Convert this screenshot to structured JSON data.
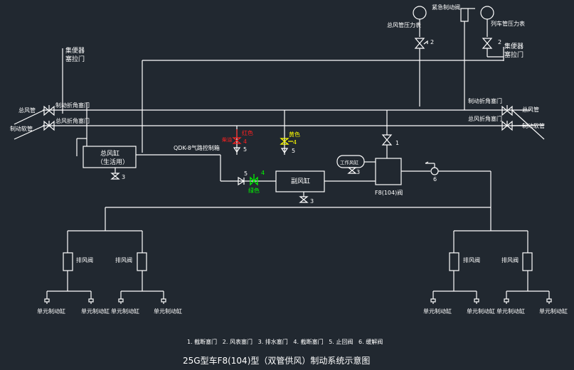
{
  "labels": {
    "emergency_valve": "紧急制动阀",
    "main_pipe_gauge": "总风管压力表",
    "train_pipe_gauge": "列车管压力表",
    "toilet_cock_left_1": "集便器",
    "toilet_cock_left_2": "塞拉门",
    "toilet_cock_right_1": "集便器",
    "toilet_cock_right_2": "塞拉门",
    "main_pipe_left": "总风管",
    "brake_hose_left": "制动软管",
    "brake_angle_cock_left": "制动折角塞门",
    "main_angle_cock_left": "总风折角塞门",
    "brake_angle_cock_right": "制动折角塞门",
    "main_angle_cock_right": "总风折角塞门",
    "main_pipe_right": "总风管",
    "brake_hose_right": "制动软管",
    "main_reservoir_1": "总风缸",
    "main_reservoir_2": "（生活用）",
    "control_box": "QDK-8气路控制箱",
    "red_label": "红色",
    "red_tag": "柴油",
    "yellow_label": "黄色",
    "green_label": "绿色",
    "aux_reservoir": "副风缸",
    "work_reservoir": "工作风缸",
    "f8_valve": "F8(104)阀",
    "exhaust_valve": "排风阀",
    "unit_cylinder": "单元制动缸"
  },
  "numbers": {
    "n2_a": "2",
    "n2_b": "2",
    "n1": "1",
    "n3_a": "3",
    "n3_b": "3",
    "n3_c": "3",
    "n5_a": "5",
    "n5_b": "5",
    "n5_c": "5",
    "n4_a": "4",
    "n4_b": "4",
    "n6": "6"
  },
  "legend": "1. 截断塞门   2. 风表塞门   3. 排水塞门   4. 截断塞门   5. 止回阀   6. 缓解阀",
  "title": "25G型车F8(104)型（双管供风）制动系统示意图",
  "colors": {
    "background": "#212830",
    "line": "#ffffff",
    "red": "#ff2020",
    "yellow": "#ffff00",
    "green": "#00ff00"
  }
}
